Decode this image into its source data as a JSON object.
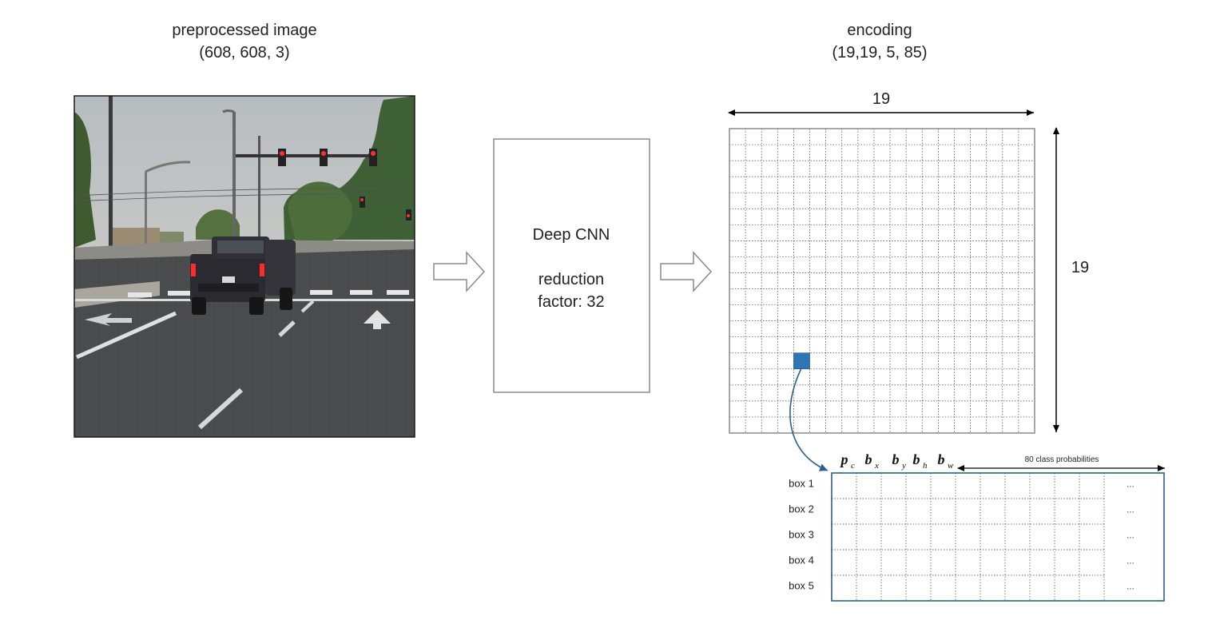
{
  "input_block": {
    "title": "preprocessed image",
    "shape": "(608, 608, 3)",
    "photo_description_icon": "street-photo-icon"
  },
  "cnn_block": {
    "line1": "Deep CNN",
    "line2": "reduction",
    "line3": "factor: 32"
  },
  "encoding_block": {
    "title": "encoding",
    "shape": "(19,19, 5, 85)",
    "width_label": "19",
    "height_label": "19",
    "grid_size": 19,
    "highlighted_cell": {
      "col": 4,
      "row": 14
    },
    "highlight_color": "#2e75b6"
  },
  "cell_detail": {
    "vector_labels": [
      {
        "main": "p",
        "sub": "c"
      },
      {
        "main": "b",
        "sub": "x"
      },
      {
        "main": "b",
        "sub": "y"
      },
      {
        "main": "b",
        "sub": "h"
      },
      {
        "main": "b",
        "sub": "w"
      }
    ],
    "class_prob_label": "80 class probabilities",
    "boxes": [
      "box 1",
      "box 2",
      "box 3",
      "box 4",
      "box 5"
    ],
    "ellipsis": "...",
    "border_color": "#2e5f8a"
  },
  "colors": {
    "arrow_stroke": "#8a8a8a",
    "grid_border": "#8a8a8a",
    "curve": "#2e5f8a"
  }
}
